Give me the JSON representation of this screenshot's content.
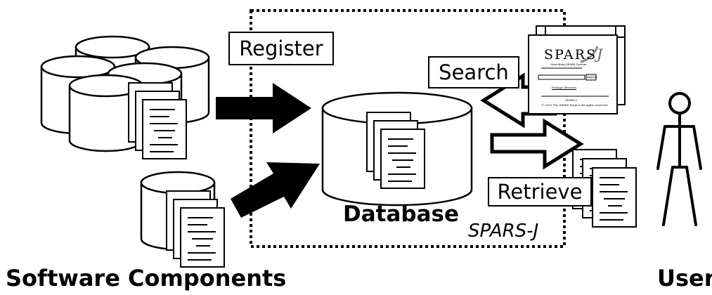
{
  "labels": {
    "register": "Register",
    "search": "Search",
    "retrieve": "Retrieve",
    "database": "Database",
    "system": "SPARS-J",
    "software_components": "Software Components",
    "user": "User"
  },
  "screenshot": {
    "logo": "SPARS",
    "logo_suffix": "J",
    "caption": "Searching SPARS System",
    "button": "Search",
    "link": "Package Browser",
    "footer1": "SPARS-J",
    "footer2": "© 2002 The SPARS Project All rights reserved."
  }
}
